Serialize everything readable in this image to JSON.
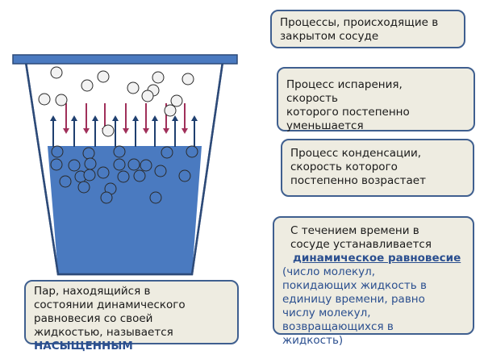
{
  "boxes": {
    "closed_vessel": [
      "Процессы, происходящие  в",
      "закрытом сосуде"
    ],
    "evaporation": [
      "Процесс испарения,",
      "скорость",
      "которого постепенно",
      "уменьшается"
    ],
    "condensation": [
      "Процесс  конденсации,",
      "скорость которого",
      "постепенно возрастает"
    ],
    "equilibrium": {
      "intro": [
        "С течением времени в",
        "сосуде устанавливается"
      ],
      "term": "динамическое равновесие",
      "desc": [
        "(число молекул,",
        "покидающих жидкость в",
        "единицу времени, равно",
        "числу молекул,",
        "возвращающихся в",
        "жидкость)"
      ]
    },
    "saturated": {
      "lines": [
        "Пар, находящийся в",
        "состоянии динамического",
        "равновесия со своей",
        "жидкостью, называется"
      ],
      "term": "НАСЫЩЕННЫМ"
    }
  },
  "colors": {
    "box_fill": "#eeece1",
    "box_border": "#3f5f8f",
    "liquid": "#4a7ac0",
    "vessel_outline": "#2d4a78",
    "lid": "#4a7ac0",
    "arrow_up": "#1f3f6f",
    "arrow_down": "#a0305a",
    "accent_text": "#2b4f8f"
  },
  "icons": {
    "vessel": "vessel-with-lid",
    "molecule": "molecule-circle",
    "evaporation_arrow": "up-arrow",
    "condensation_arrow": "down-arrow"
  }
}
